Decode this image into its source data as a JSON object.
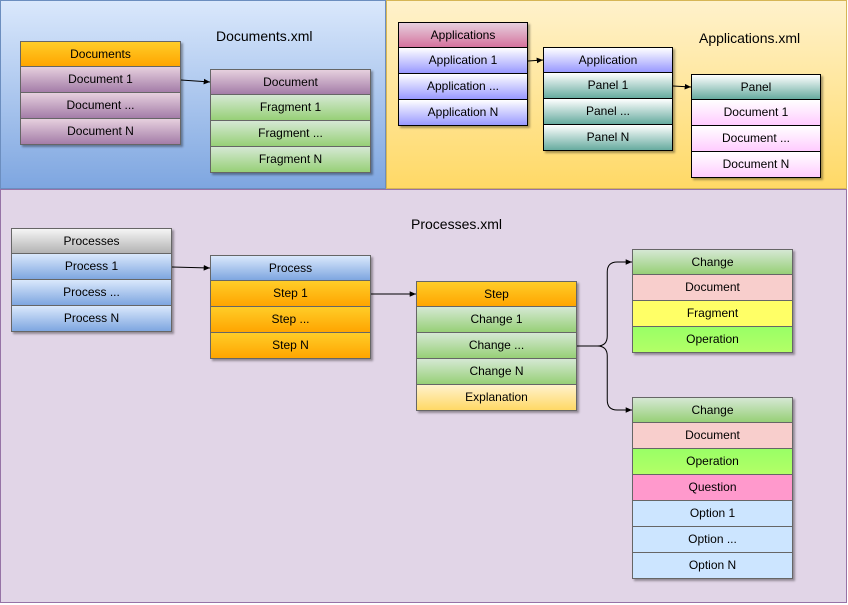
{
  "regions": {
    "documents_xml": {
      "title": "Documents.xml",
      "fill_top": "#dae8fc",
      "fill_bottom": "#7ea6e0",
      "stroke": "#6c8ebf"
    },
    "applications_xml": {
      "title": "Applications.xml",
      "fill_top": "#fff2cc",
      "fill_bottom": "#ffd966",
      "stroke": "#d6b656"
    },
    "processes_xml": {
      "title": "Processes.xml",
      "fill": "#e1d5e7",
      "stroke": "#9673a6"
    }
  },
  "tables": {
    "documents": {
      "cells": [
        {
          "label": "Documents",
          "color": "orange"
        },
        {
          "label": "Document 1",
          "color": "purple"
        },
        {
          "label": "Document ...",
          "color": "purple"
        },
        {
          "label": "Document N",
          "color": "purple"
        }
      ]
    },
    "document": {
      "cells": [
        {
          "label": "Document",
          "color": "purple"
        },
        {
          "label": "Fragment 1",
          "color": "green"
        },
        {
          "label": "Fragment ...",
          "color": "green"
        },
        {
          "label": "Fragment N",
          "color": "green"
        }
      ]
    },
    "applications": {
      "cells": [
        {
          "label": "Applications",
          "color": "pink"
        },
        {
          "label": "Application 1",
          "color": "lavender"
        },
        {
          "label": "Application ...",
          "color": "lavender"
        },
        {
          "label": "Application N",
          "color": "lavender"
        }
      ]
    },
    "application": {
      "cells": [
        {
          "label": "Application",
          "color": "lavender"
        },
        {
          "label": "Panel 1",
          "color": "teal"
        },
        {
          "label": "Panel ...",
          "color": "teal"
        },
        {
          "label": "Panel N",
          "color": "teal"
        }
      ]
    },
    "panel": {
      "cells": [
        {
          "label": "Panel",
          "color": "teal"
        },
        {
          "label": "Document 1",
          "color": "lightpink"
        },
        {
          "label": "Document ...",
          "color": "lightpink"
        },
        {
          "label": "Document N",
          "color": "lightpink"
        }
      ]
    },
    "processes": {
      "cells": [
        {
          "label": "Processes",
          "color": "gray"
        },
        {
          "label": "Process 1",
          "color": "blue"
        },
        {
          "label": "Process ...",
          "color": "blue"
        },
        {
          "label": "Process N",
          "color": "blue"
        }
      ]
    },
    "process": {
      "cells": [
        {
          "label": "Process",
          "color": "blue"
        },
        {
          "label": "Step 1",
          "color": "orange"
        },
        {
          "label": "Step ...",
          "color": "orange"
        },
        {
          "label": "Step N",
          "color": "orange"
        }
      ]
    },
    "step": {
      "cells": [
        {
          "label": "Step",
          "color": "orange"
        },
        {
          "label": "Change 1",
          "color": "green"
        },
        {
          "label": "Change ...",
          "color": "green"
        },
        {
          "label": "Change N",
          "color": "green"
        },
        {
          "label": "Explanation",
          "color": "yellow"
        }
      ]
    },
    "change_a": {
      "cells": [
        {
          "label": "Change",
          "color": "green"
        },
        {
          "label": "Document",
          "color": "salmon"
        },
        {
          "label": "Fragment",
          "color": "brightyellow"
        },
        {
          "label": "Operation",
          "color": "lime"
        }
      ]
    },
    "change_b": {
      "cells": [
        {
          "label": "Change",
          "color": "green"
        },
        {
          "label": "Document",
          "color": "salmon"
        },
        {
          "label": "Operation",
          "color": "lime"
        },
        {
          "label": "Question",
          "color": "magenta"
        },
        {
          "label": "Option 1",
          "color": "skyblue"
        },
        {
          "label": "Option ...",
          "color": "skyblue"
        },
        {
          "label": "Option N",
          "color": "skyblue"
        }
      ]
    }
  },
  "palette": {
    "orange": [
      "#ffcd28",
      "#ffa500"
    ],
    "purple": [
      "#e6d0de",
      "#a47da8"
    ],
    "green": [
      "#d5e8d4",
      "#97d077"
    ],
    "pink": [
      "#e6d0de",
      "#d5739d"
    ],
    "lavender": [
      "#ffffff",
      "#9999ff"
    ],
    "teal": [
      "#ffffff",
      "#67ab9f"
    ],
    "lightpink": [
      "#ffffff",
      "#ffccff"
    ],
    "gray": [
      "#f5f5f5",
      "#b3b3b3"
    ],
    "blue": [
      "#dae8fc",
      "#7ea6e0"
    ],
    "yellow": [
      "#fff2cc",
      "#ffd966"
    ],
    "salmon": [
      "#f8cecc",
      "#f8cecc"
    ],
    "brightyellow": [
      "#ffff66",
      "#ffff66"
    ],
    "lime": [
      "#99ff66",
      "#b3ff66"
    ],
    "magenta": [
      "#ff99cc",
      "#ff99cc"
    ],
    "skyblue": [
      "#cce5ff",
      "#cce5ff"
    ]
  },
  "edges": [
    {
      "from": "documents-1",
      "to": "document-0"
    },
    {
      "from": "applications-1",
      "to": "application-0"
    },
    {
      "from": "application-1",
      "to": "panel-0"
    },
    {
      "from": "processes-1",
      "to": "process-0"
    },
    {
      "from": "process-1",
      "to": "step-0"
    },
    {
      "from": "step-2",
      "to": "change_a-0"
    },
    {
      "from": "step-2",
      "to": "change_b-0"
    }
  ]
}
